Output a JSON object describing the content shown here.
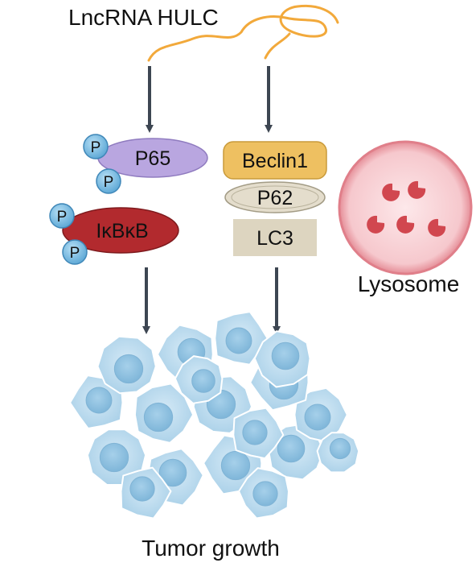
{
  "diagram": {
    "lncrna_label": "LncRNA HULC",
    "left_pathway": {
      "proteins": [
        "P65",
        "IκBκB"
      ],
      "phospho_label": "P"
    },
    "right_pathway": {
      "proteins": [
        "Beclin1",
        "P62",
        "LC3"
      ]
    },
    "organelle_label": "Lysosome",
    "outcome_label": "Tumor growth"
  },
  "colors": {
    "rna_strand": "#f2a93b",
    "arrow": "#3d4652",
    "p65": "#b9a6e0",
    "ikbkb": "#b22a2e",
    "phospho": "#7dbfe3",
    "beclin1": "#eec061",
    "p62": "#e4ddcc",
    "lc3": "#ddd5c0",
    "lysosome_outer": "#e8929b",
    "lysosome_inner": "#f9dadd",
    "lysosome_particle": "#d1474f",
    "cell_body": "#b3d7ec",
    "cell_nucleus": "#8fc2e0"
  },
  "icons": [
    "lncrna-strand",
    "phosphate-group",
    "lysosome",
    "tumor-cell-cluster"
  ]
}
